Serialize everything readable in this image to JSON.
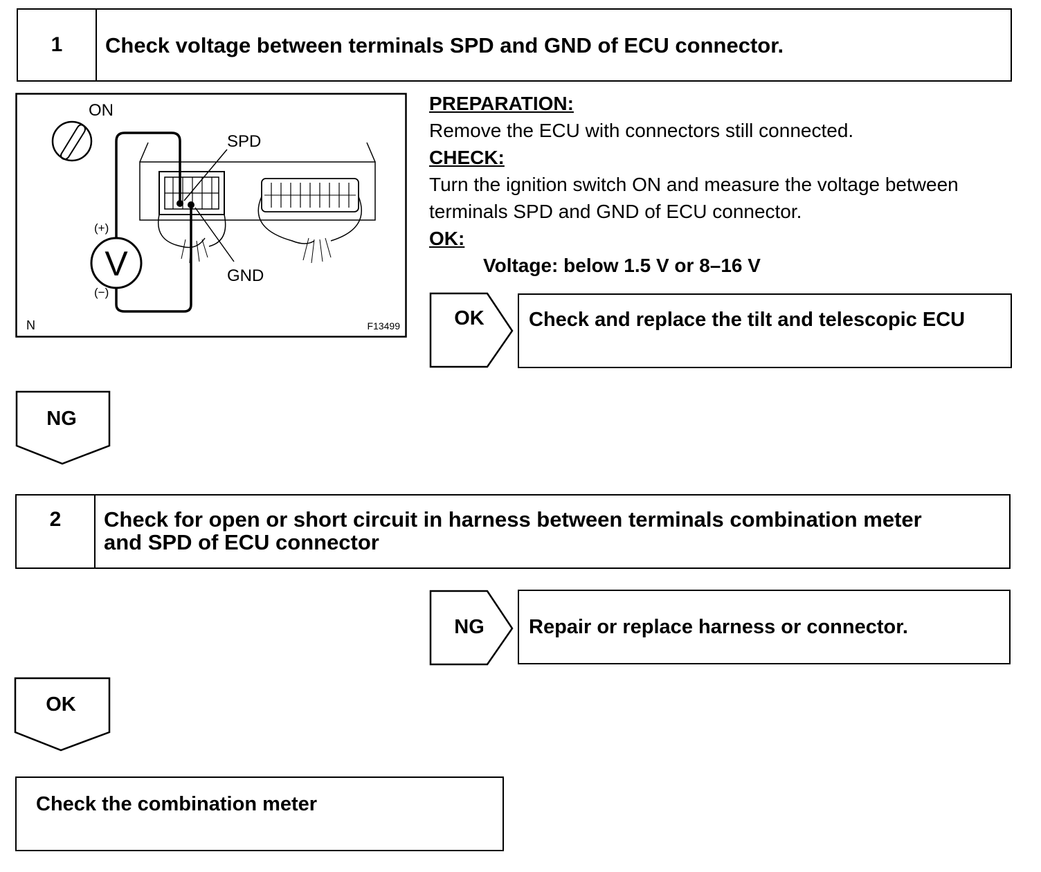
{
  "step1": {
    "number": "1",
    "title": "Check voltage between terminals SPD and GND of ECU connector."
  },
  "diagram": {
    "label_on": "ON",
    "label_spd": "SPD",
    "label_gnd": "GND",
    "label_plus": "(+)",
    "label_minus": "(−)",
    "label_meter": "V",
    "label_n": "N",
    "figure_id": "F13499"
  },
  "instructions": {
    "preparation_heading": "PREPARATION:",
    "preparation_text": "Remove the ECU with connectors still connected.",
    "check_heading": "CHECK:",
    "check_text_line1": "Turn the ignition switch ON and measure the voltage between",
    "check_text_line2": "terminals SPD and GND of ECU connector.",
    "ok_heading": "OK:",
    "ok_spec": "Voltage: below 1.5 V or 8–16 V"
  },
  "result1_ok": {
    "label": "OK",
    "text": "Check and replace the tilt and telescopic ECU"
  },
  "flow1": {
    "label": "NG"
  },
  "step2": {
    "number": "2",
    "title_line1": "Check for open or short circuit in harness between terminals combination meter",
    "title_line2": "and SPD of ECU connector"
  },
  "result2_ng": {
    "label": "NG",
    "text": "Repair or replace harness or connector."
  },
  "flow2": {
    "label": "OK"
  },
  "final": {
    "text": "Check the combination meter"
  }
}
